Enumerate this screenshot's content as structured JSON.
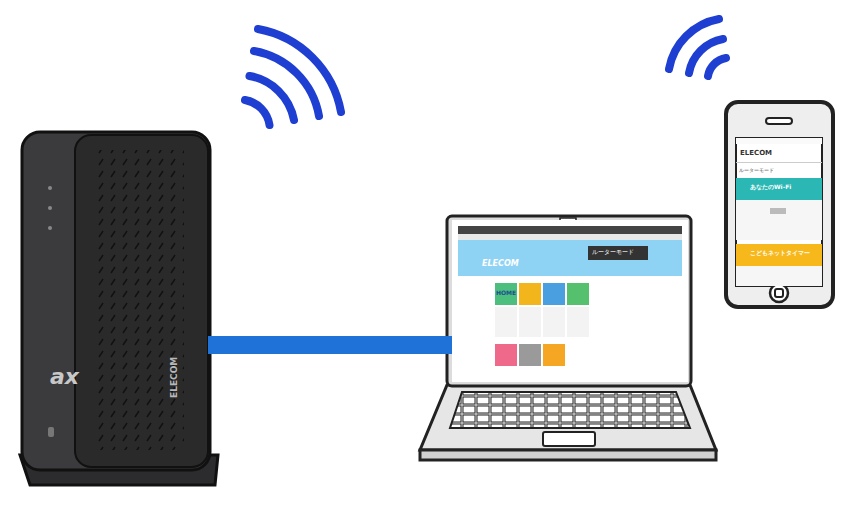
{
  "diagram": {
    "nodes": [
      {
        "text": [
          "ax",
          "ELECOM"
        ]
      },
      {
        "text": [
          "ELECOM",
          "ルーターモード",
          "HOME"
        ]
      },
      {
        "text": [
          "ELECOM",
          "ルーターモード",
          "あなたのWi-Fi",
          "こどもネットタイマー"
        ]
      }
    ],
    "edges": [
      {
        "from": 0,
        "to": 1,
        "arrow": "none"
      }
    ]
  }
}
